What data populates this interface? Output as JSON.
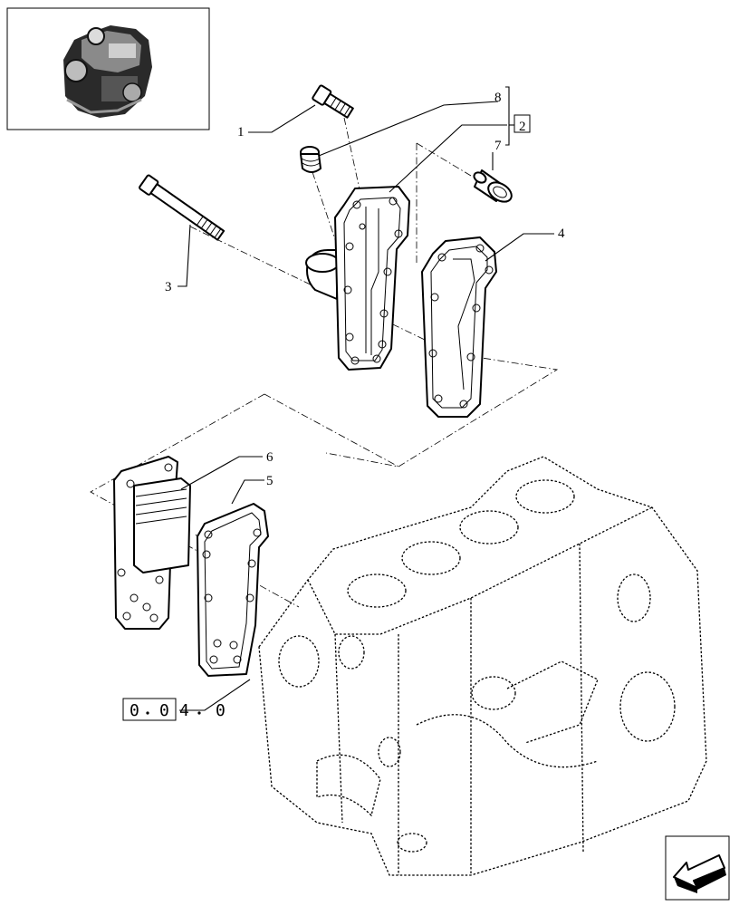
{
  "callouts": [
    {
      "id": "1",
      "label": "1"
    },
    {
      "id": "2",
      "label": "2"
    },
    {
      "id": "3",
      "label": "3"
    },
    {
      "id": "4",
      "label": "4"
    },
    {
      "id": "5",
      "label": "5"
    },
    {
      "id": "6",
      "label": "6"
    },
    {
      "id": "7",
      "label": "7"
    },
    {
      "id": "8",
      "label": "8"
    }
  ],
  "reference": {
    "boxed": [
      "0",
      "0"
    ],
    "plain": [
      "4",
      "0"
    ]
  },
  "icons": {
    "thumbnail": "engine-thumbnail-icon",
    "navigation": "back-arrow-icon"
  }
}
